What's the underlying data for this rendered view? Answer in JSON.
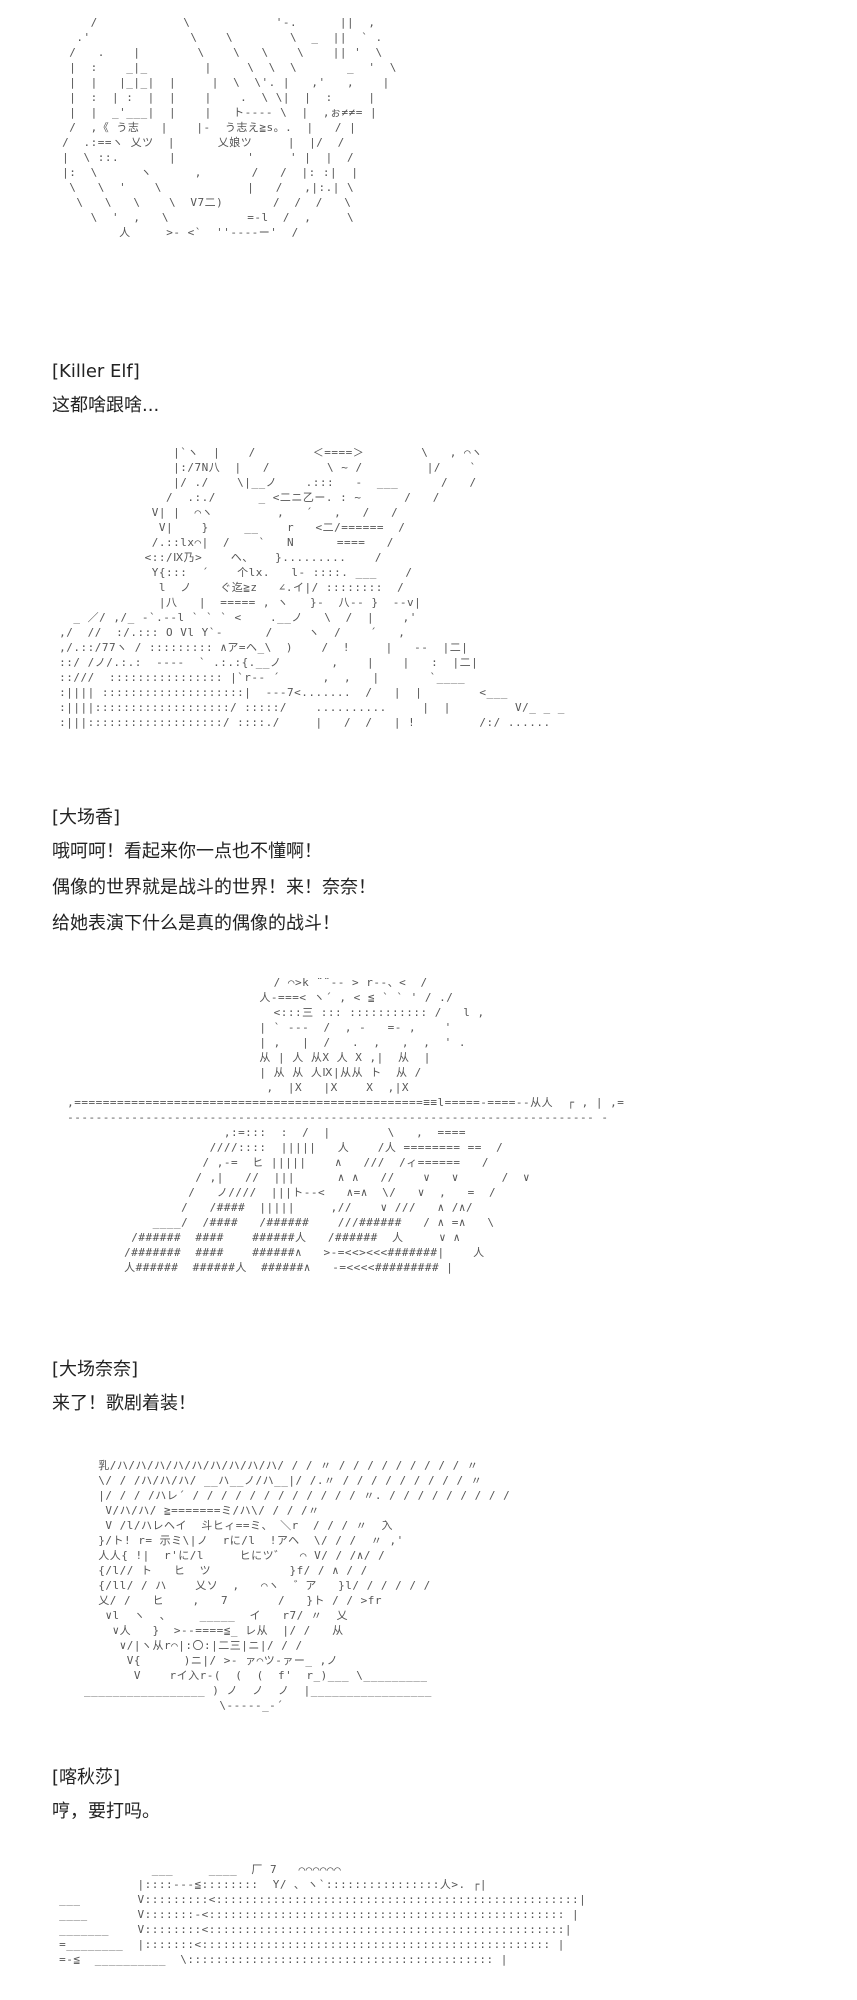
{
  "blocks": [
    {
      "speaker": "[Killer Elf]",
      "lines": [
        "这都啥跟啥..."
      ]
    },
    {
      "speaker": "[大场香]",
      "lines": [
        "哦呵呵！看起来你一点也不懂啊！",
        "偶像的世界就是战斗的世界！来！奈奈！",
        "给她表演下什么是真的偶像的战斗！"
      ]
    },
    {
      "speaker": "[大场奈奈]",
      "lines": [
        "来了！歌剧着装！"
      ]
    },
    {
      "speaker": "[喀秋莎]",
      "lines": [
        "哼，要打吗。"
      ]
    }
  ]
}
